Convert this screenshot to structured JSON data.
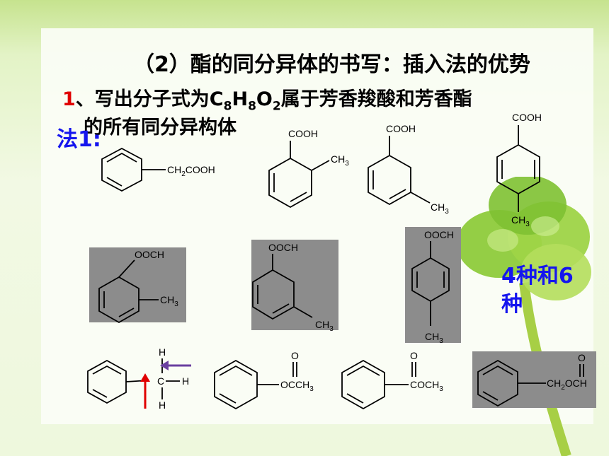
{
  "slide": {
    "title": "（2）酯的同分异体的书写：插入法的优势",
    "question": {
      "number": "1",
      "text_before": "、写出分子式为C",
      "sub1": "8",
      "h": "H",
      "sub2": "8",
      "o": "O",
      "sub3": "2",
      "text_after": "属于芳香羧酸和芳香酯",
      "line2": "的所有同分异构体"
    },
    "method_label": "法1:",
    "count_label": "4种和6种"
  },
  "structures": {
    "phenylacetic": {
      "group": "CH",
      "sub": "2",
      "rest": "COOH"
    },
    "cooh": "COOH",
    "ch3": "CH",
    "ch3_sub": "3",
    "formate": "OOCH",
    "h": "H",
    "c": "C",
    "carbonyl_o": "O",
    "acetate_o": "OCCH",
    "methyl_ester": "COCH",
    "benzyl_formate": {
      "group": "CH",
      "sub": "2",
      "rest": "OCH"
    }
  },
  "colors": {
    "red_number": "#e00000",
    "blue_text": "#1515ee",
    "gray_box": "#8c8c8c",
    "arrow_red": "#e00000",
    "arrow_purple": "#6a3fa0"
  }
}
